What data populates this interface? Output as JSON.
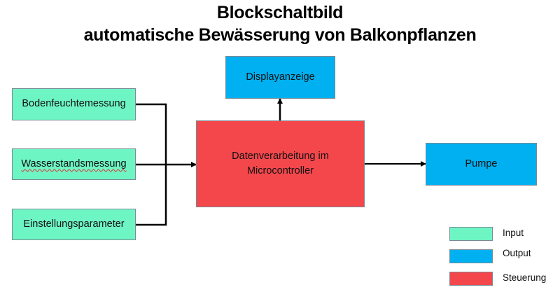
{
  "title": {
    "line1": "Blockschaltbild",
    "line2": "automatische Bewässerung von Balkonpflanzen"
  },
  "colors": {
    "input": "#6ef5c4",
    "output": "#00b0f0",
    "control": "#f4474c",
    "wire": "#000000"
  },
  "blocks": {
    "soil_moisture": {
      "label": "Bodenfeuchtemessung",
      "category": "input"
    },
    "water_level": {
      "label": "Wasserstandsmessung",
      "category": "input"
    },
    "settings": {
      "label": "Einstellungsparameter",
      "category": "input"
    },
    "processing": {
      "label_line1": "Datenverarbeitung im",
      "label_line2": "Microcontroller",
      "category": "control"
    },
    "display": {
      "label": "Displayanzeige",
      "category": "output"
    },
    "pump": {
      "label": "Pumpe",
      "category": "output"
    }
  },
  "connections": [
    {
      "from": "soil_moisture",
      "to": "processing"
    },
    {
      "from": "water_level",
      "to": "processing"
    },
    {
      "from": "settings",
      "to": "processing"
    },
    {
      "from": "processing",
      "to": "display"
    },
    {
      "from": "processing",
      "to": "pump"
    }
  ],
  "legend": [
    {
      "label": "Input",
      "category": "input"
    },
    {
      "label": "Output",
      "category": "output"
    },
    {
      "label": "Steuerung",
      "category": "control"
    }
  ]
}
